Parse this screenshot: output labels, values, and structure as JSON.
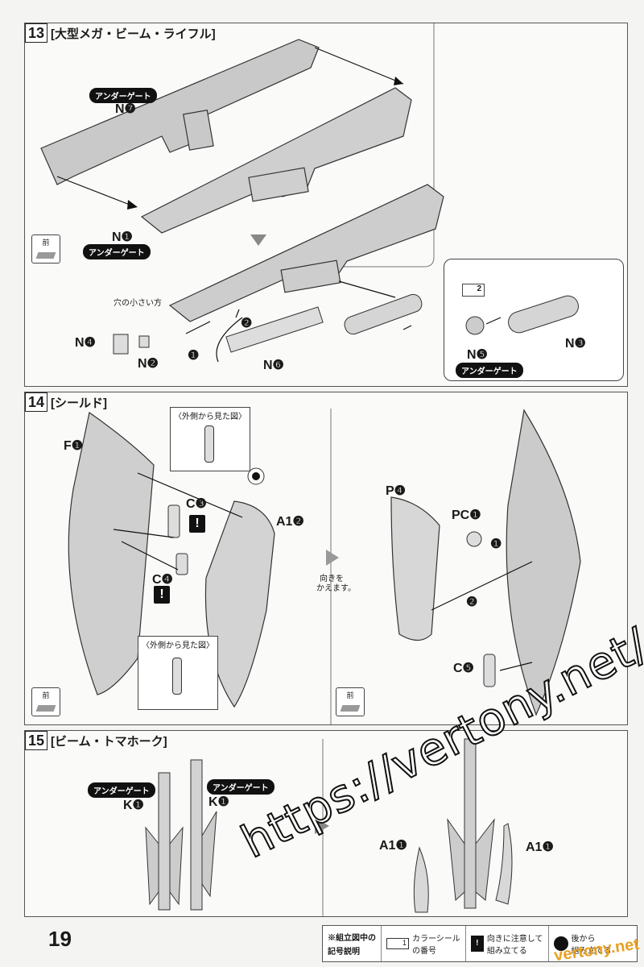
{
  "page_number": "19",
  "steps": [
    {
      "number": "13",
      "title": "[大型メガ・ビーム・ライフル]",
      "parts": {
        "n7": "N❼",
        "n1": "N❶",
        "n4": "N❹",
        "n2": "N❷",
        "n6": "N❻",
        "n3": "N❸",
        "n5": "N❺"
      },
      "under_gate": "アンダーゲート",
      "small_hole_note": "穴の小さい方",
      "order_1": "❶",
      "order_2": "❷",
      "sticker_no": "2",
      "front": "前"
    },
    {
      "number": "14",
      "title": "[シールド]",
      "parts": {
        "f1": "F❶",
        "a12": "A1❷",
        "c3": "C❸",
        "c4": "C❹",
        "p4": "P❹",
        "pc1": "PC❶",
        "c5": "C❺"
      },
      "view_from_outside": "〈外側から見た図〉",
      "turn_note_1": "向きを",
      "turn_note_2": "かえます。",
      "order_1": "❶",
      "order_2": "❷",
      "front": "前",
      "caution": "!"
    },
    {
      "number": "15",
      "title": "[ビーム・トマホーク]",
      "under_gate": "アンダーゲート",
      "parts": {
        "k1a": "K❶",
        "k1b": "K❶",
        "a11a": "A1❶",
        "a11b": "A1❶"
      }
    }
  ],
  "legend": {
    "title_1": "※組立図中の",
    "title_2": "記号説明",
    "sticker_label_1": "カラーシール",
    "sticker_label_2": "の番号",
    "sticker_sample": "1",
    "caution_label_1": "向きに注意して",
    "caution_label_2": "組み立てる",
    "caution_symbol": "!",
    "back_label_1": "後から",
    "back_label_2": "組み立てる"
  },
  "watermark": {
    "url": "https://vertony.net/",
    "brand": "vertony.net"
  }
}
